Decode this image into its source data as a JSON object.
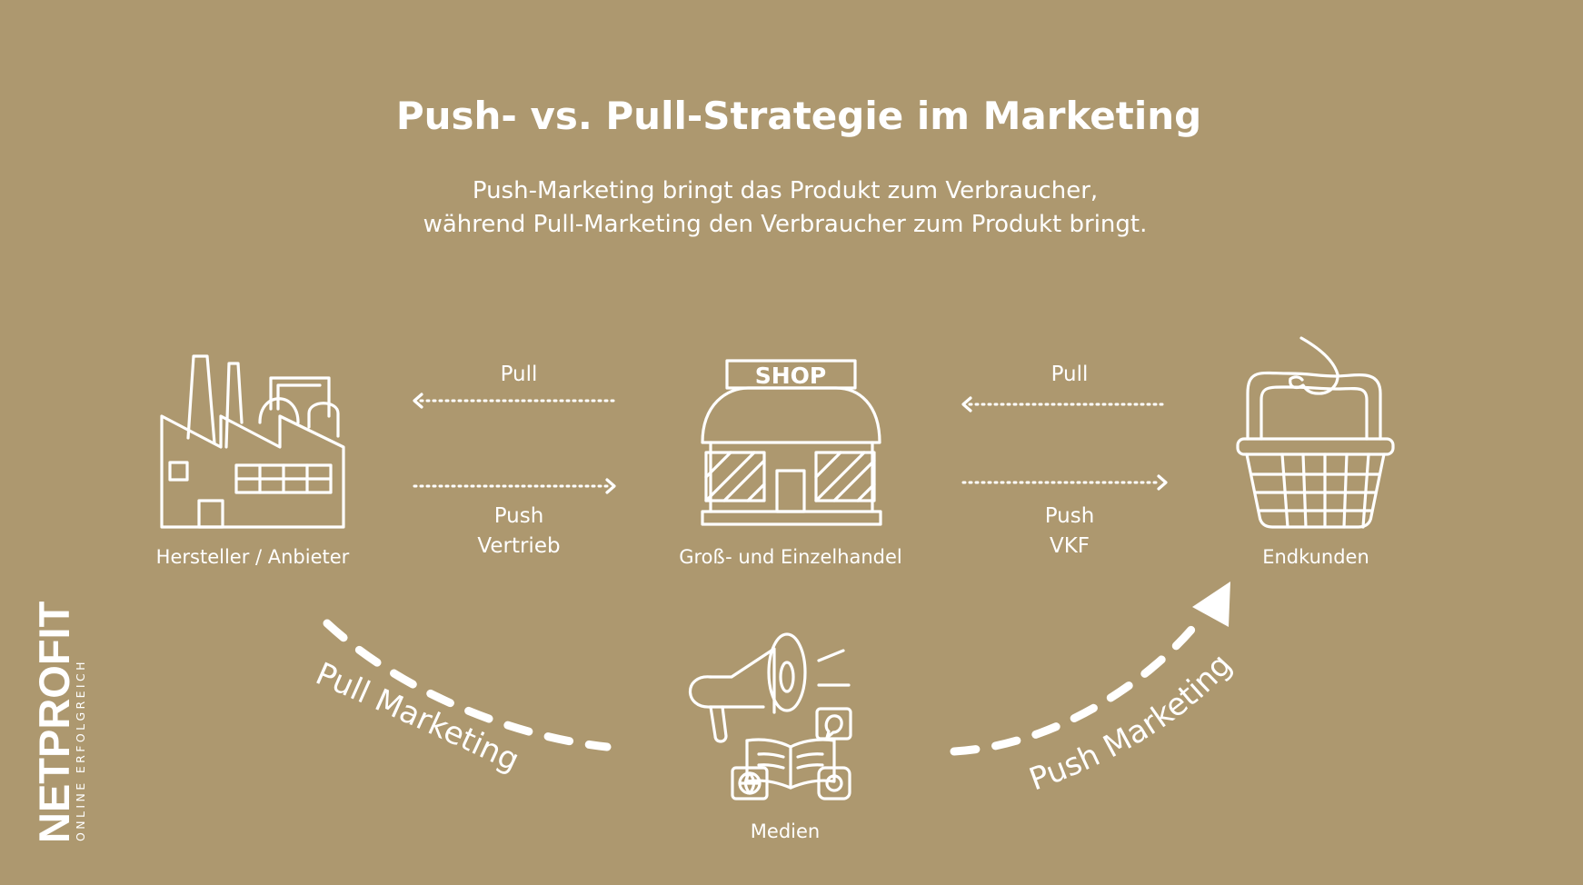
{
  "title": "Push- vs. Pull-Strategie im Marketing",
  "subtitle_line1": "Push-Marketing bringt das Produkt zum Verbraucher,",
  "subtitle_line2": "während Pull-Marketing den Verbraucher zum Produkt bringt.",
  "nodes": {
    "manufacturer": {
      "label": "Hersteller / Anbieter",
      "icon": "factory-icon"
    },
    "retail": {
      "label": "Groß- und Einzelhandel",
      "icon": "shop-icon",
      "sign": "SHOP"
    },
    "customers": {
      "label": "Endkunden",
      "icon": "shopping-basket-icon"
    },
    "media": {
      "label": "Medien",
      "icon": "megaphone-media-icon"
    }
  },
  "arrows": {
    "left_pull": "Pull",
    "left_push_line1": "Push",
    "left_push_line2": "Vertrieb",
    "right_pull": "Pull",
    "right_push_line1": "Push",
    "right_push_line2": "VKF"
  },
  "curves": {
    "pull_marketing": "Pull Marketing",
    "push_marketing": "Push Marketing"
  },
  "logo": {
    "name": "NETPROFIT",
    "tagline": "ONLINE ERFOLGREICH"
  },
  "colors": {
    "background": "#ad986f",
    "foreground": "#ffffff"
  }
}
